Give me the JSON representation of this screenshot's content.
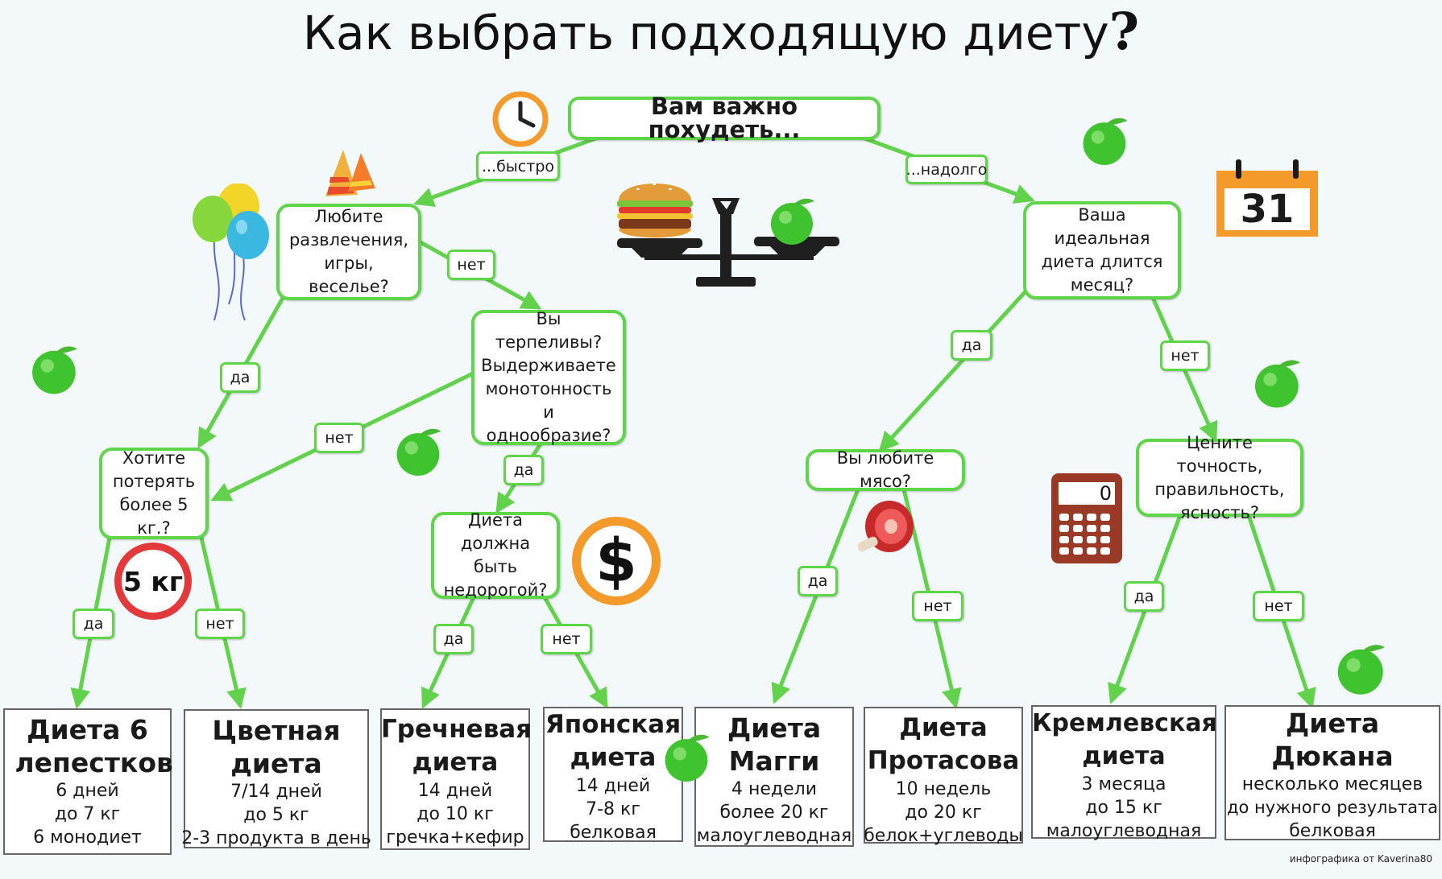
{
  "title": "Как выбрать подходящую диету",
  "title_mark": "?",
  "questions": {
    "root": "Вам важно похудеть...",
    "fun": "Любите развлечения, игры, веселье?",
    "patient": "Вы терпеливы? Выдерживаете монотонность и однообразие?",
    "lose5": "Хотите потерять более 5 кг.?",
    "cheap": "Диета должна быть недорогой?",
    "month": "Ваша идеальная диета длится месяц?",
    "meat": "Вы любите мясо?",
    "precision": "Цените точность, правильность, ясность?"
  },
  "labels": {
    "fast": "...быстро",
    "long": "...надолго",
    "yes": "да",
    "no": "нет"
  },
  "results": [
    {
      "name": "Диета 6 лепестков",
      "lines": [
        "6 дней",
        "до 7 кг",
        "6 монодиет"
      ]
    },
    {
      "name": "Цветная диета",
      "lines": [
        "7/14 дней",
        "до 5 кг",
        "2-3 продукта в день"
      ]
    },
    {
      "name": "Гречневая диета",
      "lines": [
        "14 дней",
        "до 10 кг",
        "гречка+кефир"
      ]
    },
    {
      "name": "Японская диета",
      "lines": [
        "14 дней",
        "7-8 кг",
        "белковая"
      ]
    },
    {
      "name": "Диета Магги",
      "lines": [
        "4 недели",
        "более 20 кг",
        "малоуглеводная"
      ]
    },
    {
      "name": "Диета Протасова",
      "lines": [
        "10 недель",
        "до 20 кг",
        "белок+углеводы"
      ]
    },
    {
      "name": "Кремлевская диета",
      "lines": [
        "3 месяца",
        "до 15 кг",
        "малоуглеводная"
      ]
    },
    {
      "name": "Диета Дюкана",
      "lines": [
        "несколько месяцев",
        "до нужного результата",
        "белковая"
      ]
    }
  ],
  "icon_text": {
    "sign": "5 кг",
    "calendar": "31",
    "calculator": "0",
    "dollar": "$"
  },
  "credit": "инфографика от Kaverina80",
  "icons": [
    "clock-icon",
    "party-hat-icon",
    "balloons-icon",
    "scales-icon",
    "burger-icon",
    "apple-icon",
    "calendar-icon",
    "speed-sign-icon",
    "dollar-icon",
    "ham-icon",
    "calculator-icon"
  ],
  "colors": {
    "green": "#5fd64a",
    "arrow_green": "#62d24d",
    "orange": "#f39a2b",
    "red": "#e23a3a",
    "text": "#1a1a1a"
  }
}
